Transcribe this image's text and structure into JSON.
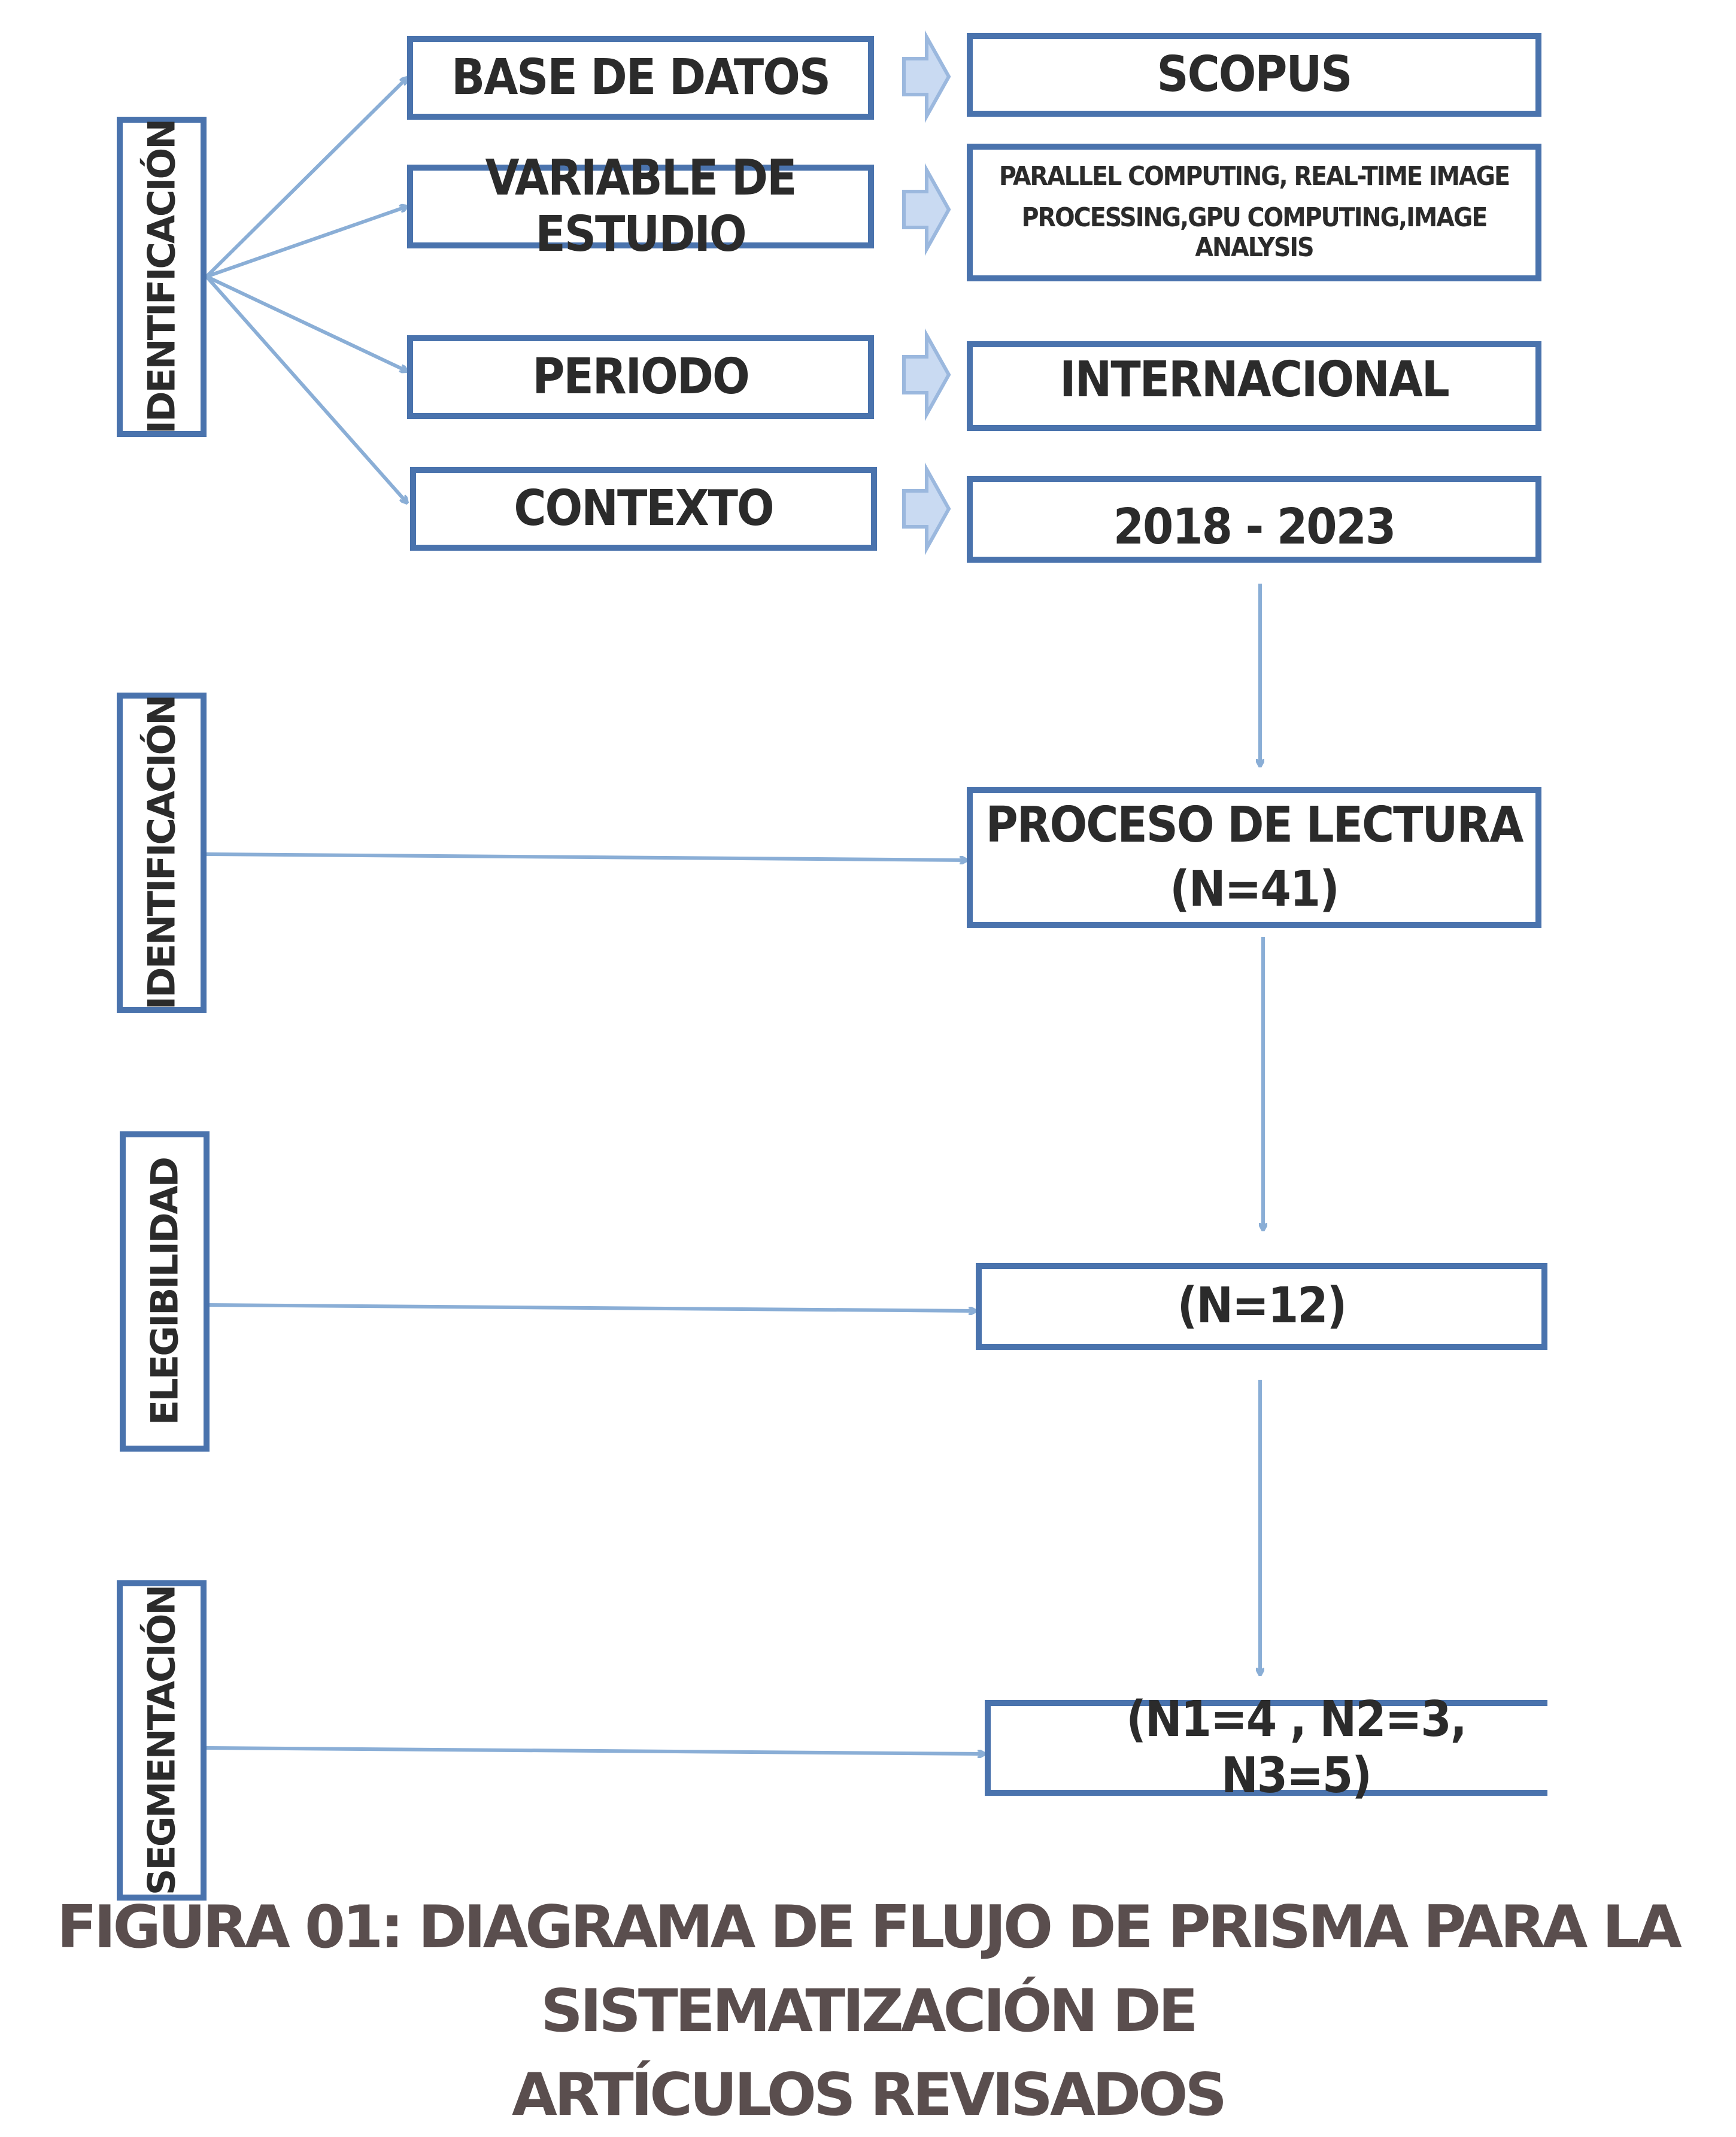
{
  "identificacion_top": {
    "side_label": "IDENTIFICACIÓN",
    "rows": [
      {
        "label": "BASE DE DATOS",
        "value": "SCOPUS"
      },
      {
        "label": "VARIABLE DE ESTUDIO",
        "value_line1": "PARALLEL COMPUTING, REAL-TIME IMAGE",
        "value_line2": "PROCESSING,GPU COMPUTING,IMAGE ANALYSIS"
      },
      {
        "label": "PERIODO",
        "value": "INTERNACIONAL"
      },
      {
        "label": "CONTEXTO",
        "value": "2018 - 2023"
      }
    ]
  },
  "identificacion_lectura": {
    "side_label": "IDENTIFICACIÓN",
    "box_line1": "PROCESO DE LECTURA",
    "box_line2": "(N=41)"
  },
  "elegibilidad": {
    "side_label": "ELEGIBILIDAD",
    "box": "(N=12)"
  },
  "segmentacion": {
    "side_label": "SEGMENTACIÓN",
    "box": "(N1=4 , N2=3, N3=5)"
  },
  "caption": {
    "line1": "FIGURA 01: DIAGRAMA DE FLUJO DE PRISMA PARA LA SISTEMATIZACIÓN DE",
    "line2": "ARTÍCULOS REVISADOS"
  },
  "colors": {
    "border": "#4a73ad",
    "connector": "#8aaed6",
    "block_arrow_fill": "#c9daf2",
    "block_arrow_stroke": "#9bb8de",
    "text": "#2b2b2b",
    "caption": "#5a4e4e"
  }
}
